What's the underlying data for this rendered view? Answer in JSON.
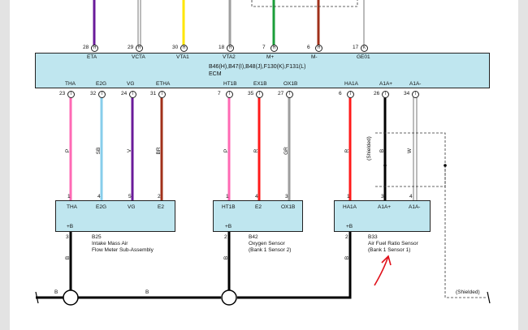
{
  "ecm": {
    "title_line1": "B46(H),B47(I),B48(J),F130(K),F131(L)",
    "title_line2": "ECM",
    "top_pins": [
      {
        "pin": "28",
        "type": "H",
        "name": "ETA"
      },
      {
        "pin": "29",
        "type": "H",
        "name": "VCTA"
      },
      {
        "pin": "30",
        "type": "H",
        "name": "VTA1"
      },
      {
        "pin": "18",
        "type": "H",
        "name": "VTA2"
      },
      {
        "pin": "7",
        "type": "H",
        "name": "M+"
      },
      {
        "pin": "6",
        "type": "H",
        "name": "M-"
      },
      {
        "pin": "17",
        "type": "K",
        "name": "GE01"
      }
    ],
    "bottom_pins": [
      {
        "pin": "23",
        "type": "I",
        "name": "THA"
      },
      {
        "pin": "32",
        "type": "I",
        "name": "E2G"
      },
      {
        "pin": "24",
        "type": "I",
        "name": "VG"
      },
      {
        "pin": "31",
        "type": "I",
        "name": "ETHA"
      },
      {
        "pin": "7",
        "type": "I",
        "name": "HT1B"
      },
      {
        "pin": "35",
        "type": "I",
        "name": "EX1B"
      },
      {
        "pin": "27",
        "type": "I",
        "name": "OX1B"
      },
      {
        "pin": "6",
        "type": "I",
        "name": "HA1A"
      },
      {
        "pin": "26",
        "type": "I",
        "name": "A1A+"
      },
      {
        "pin": "34",
        "type": "I",
        "name": "A1A-"
      }
    ]
  },
  "wire_colors": {
    "P": "#ff69b4",
    "SB": "#87ceeb",
    "V": "#6a1b9a",
    "BR": "#a0301a",
    "R": "#ff1a1a",
    "GR": "#9e9e9e",
    "B": "#000000",
    "W": "#ffffff",
    "Y": "#ffe600",
    "G": "#1b9e3a"
  },
  "wire_labels": [
    "P",
    "SB",
    "V",
    "BR",
    "P",
    "R",
    "GR",
    "R",
    "B",
    "W"
  ],
  "shielded_label": "(Shielded)",
  "ground_wire_label": "B",
  "connectors": [
    {
      "id": "B25",
      "pins": [
        {
          "pin": "1",
          "name": "THA"
        },
        {
          "pin": "4",
          "name": "E2G"
        },
        {
          "pin": "5",
          "name": "VG"
        },
        {
          "pin": "2",
          "name": "E2"
        }
      ],
      "power_label": "+B",
      "power_pin": "3",
      "component_lines": [
        "Intake Mass Air",
        "Flow Meter Sub-Assembly"
      ]
    },
    {
      "id": "B42",
      "pins": [
        {
          "pin": "1",
          "name": "HT1B"
        },
        {
          "pin": "4",
          "name": "E2"
        },
        {
          "pin": "3",
          "name": "OX1B"
        }
      ],
      "power_label": "+B",
      "power_pin": "2",
      "component_lines": [
        "Oxygen Sensor",
        "(Bank 1 Sensor 2)"
      ]
    },
    {
      "id": "B33",
      "pins": [
        {
          "pin": "1",
          "name": "HA1A"
        },
        {
          "pin": "3",
          "name": "A1A+"
        },
        {
          "pin": "4",
          "name": "A1A-"
        }
      ],
      "power_label": "+B",
      "power_pin": "2",
      "component_lines": [
        "Air Fuel Ratio Sensor",
        "(Bank 1 Sensor 1)"
      ]
    }
  ]
}
